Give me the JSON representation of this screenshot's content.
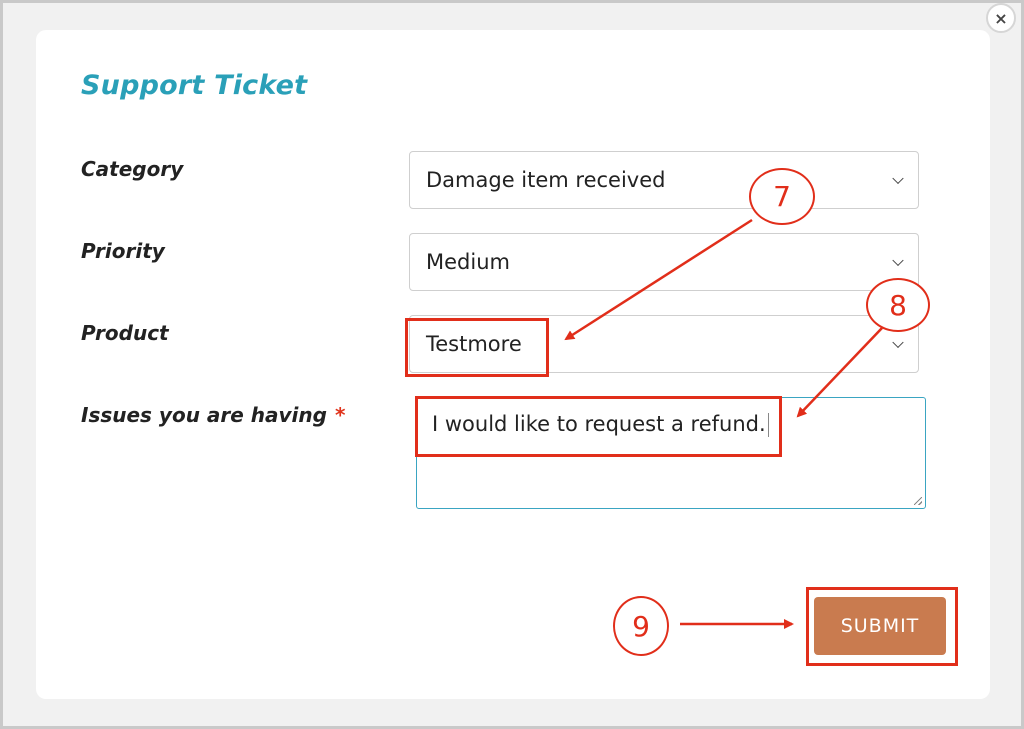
{
  "dialog": {
    "title": "Support Ticket",
    "close_symbol": "×"
  },
  "form": {
    "category": {
      "label": "Category",
      "value": "Damage item received"
    },
    "priority": {
      "label": "Priority",
      "value": "Medium"
    },
    "product": {
      "label": "Product",
      "value": "Testmore"
    },
    "issues": {
      "label": "Issues you are having",
      "required_mark": "*",
      "value": "I would like to request a refund."
    },
    "submit_label": "SUBMIT"
  },
  "annotations": {
    "steps": [
      "7",
      "8",
      "9"
    ],
    "color": "#e12e1a"
  },
  "colors": {
    "title": "#2aa0b8",
    "submit_button": "#c97b4f",
    "textarea_focus_border": "#3aa5c2"
  }
}
